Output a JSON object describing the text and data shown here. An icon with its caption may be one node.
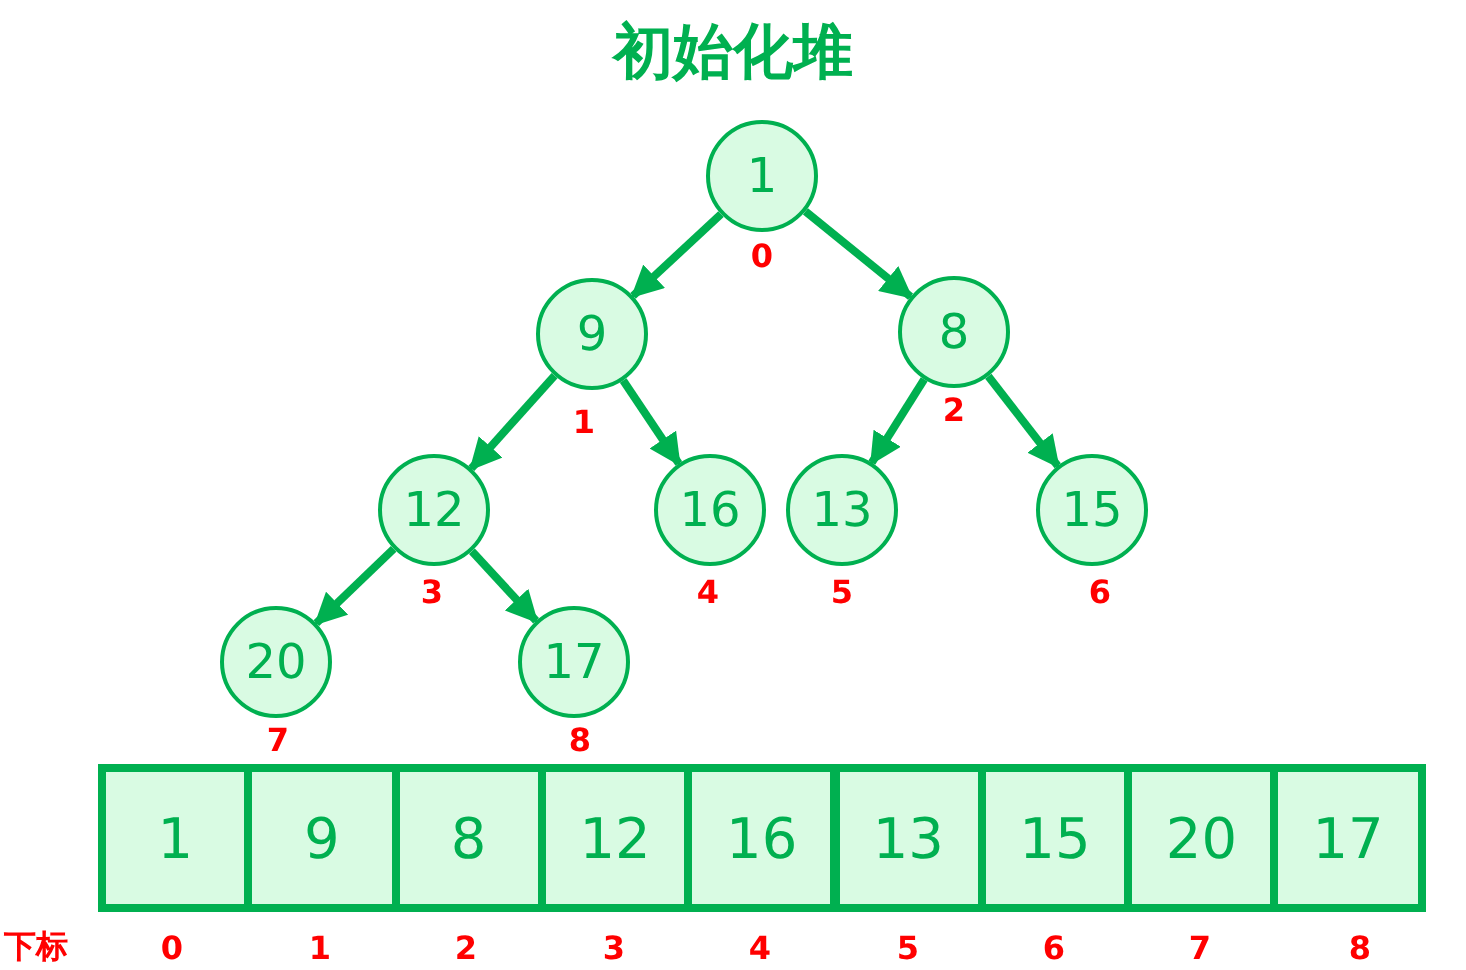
{
  "diagram": {
    "title": "初始化堆",
    "nodes": [
      {
        "text": [
          "1"
        ],
        "beside": [
          "0"
        ]
      },
      {
        "text": [
          "9"
        ],
        "beside": [
          "1"
        ]
      },
      {
        "text": [
          "8"
        ],
        "beside": [
          "2"
        ]
      },
      {
        "text": [
          "12"
        ],
        "beside": [
          "3"
        ]
      },
      {
        "text": [
          "16"
        ],
        "beside": [
          "4"
        ]
      },
      {
        "text": [
          "13"
        ],
        "beside": [
          "5"
        ]
      },
      {
        "text": [
          "15"
        ],
        "beside": [
          "6"
        ]
      },
      {
        "text": [
          "20"
        ],
        "beside": [
          "7"
        ]
      },
      {
        "text": [
          "17"
        ],
        "beside": [
          "8"
        ]
      },
      {
        "text": [
          "1"
        ]
      },
      {
        "text": [
          "9"
        ]
      },
      {
        "text": [
          "8"
        ]
      },
      {
        "text": [
          "12"
        ]
      },
      {
        "text": [
          "16"
        ]
      },
      {
        "text": [
          "13"
        ]
      },
      {
        "text": [
          "15"
        ]
      },
      {
        "text": [
          "20"
        ]
      },
      {
        "text": [
          "17"
        ]
      }
    ],
    "edges": [
      {
        "from": 0,
        "to": 1,
        "arrow": "to"
      },
      {
        "from": 0,
        "to": 2,
        "arrow": "to"
      },
      {
        "from": 1,
        "to": 3,
        "arrow": "to"
      },
      {
        "from": 1,
        "to": 4,
        "arrow": "to"
      },
      {
        "from": 2,
        "to": 5,
        "arrow": "to"
      },
      {
        "from": 2,
        "to": 6,
        "arrow": "to"
      },
      {
        "from": 3,
        "to": 7,
        "arrow": "to"
      },
      {
        "from": 3,
        "to": 8,
        "arrow": "to"
      }
    ],
    "labels": [
      "下标",
      "0",
      "1",
      "2",
      "3",
      "4",
      "5",
      "6",
      "7",
      "8"
    ]
  }
}
